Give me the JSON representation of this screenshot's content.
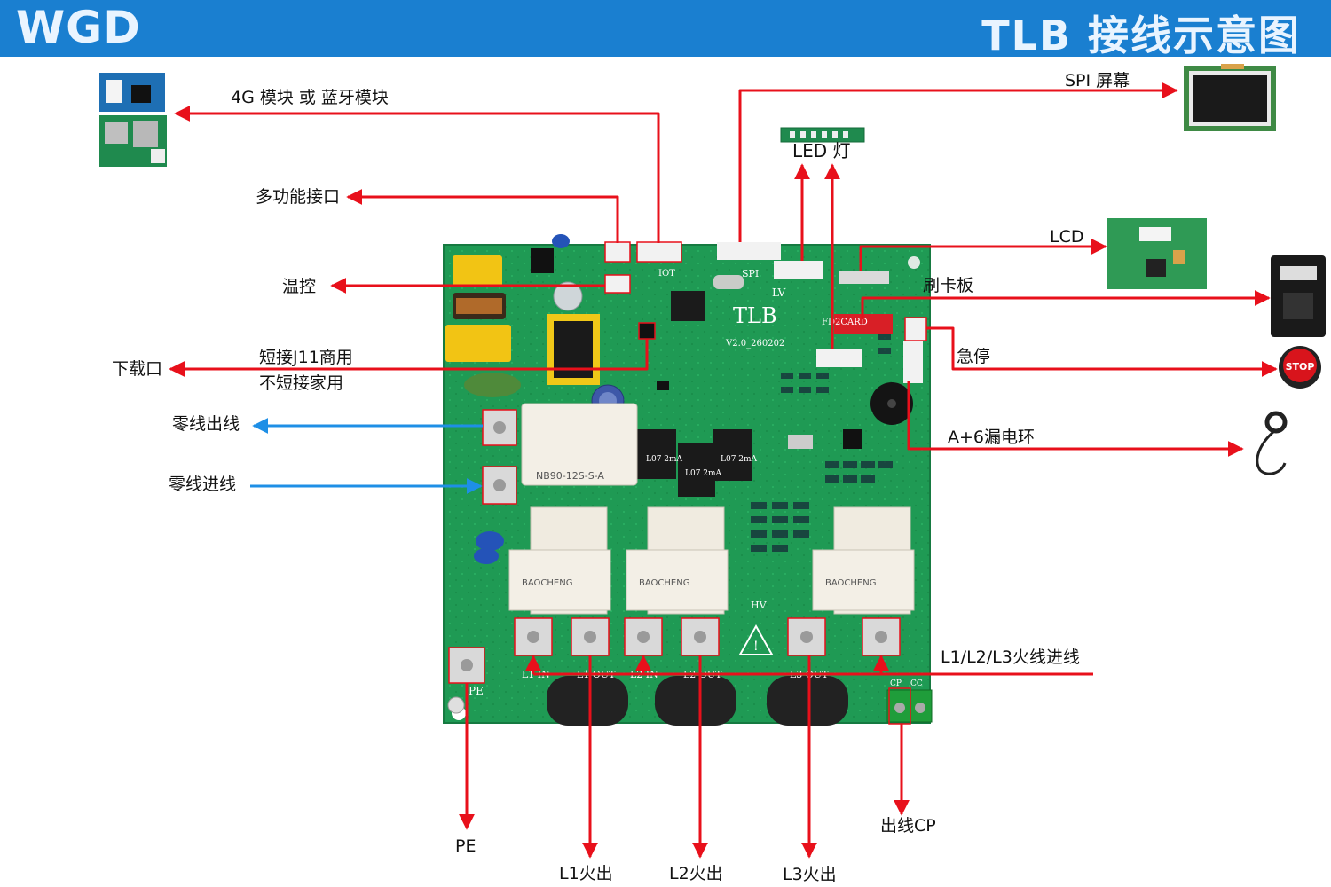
{
  "header": {
    "brand": "WGD",
    "title": "TLB 接线示意图"
  },
  "board": {
    "silk_name": "TLB",
    "silk_version": "V2.0_260202",
    "silk_hv": "HV",
    "silk_lv": "LV",
    "silk_spi": "SPI",
    "silk_iot": "IOT",
    "silk_card": "FD2CARD",
    "silk_pe": "PE",
    "silk_l1in": "L1 IN",
    "silk_l1out": "L1 OUT",
    "silk_l2in": "L2 IN",
    "silk_l2out": "L2 OUT",
    "silk_l3out": "L3 OUT",
    "silk_cp": "CP",
    "silk_cc": "CC",
    "relay_text": "NB90-12S-S-A",
    "relay_brand": "BAOCHENG",
    "small_relay_text": "L07 2mA"
  },
  "labels": {
    "module_4g_bt": "4G 模块 或 蓝牙模块",
    "multi_port": "多功能接口",
    "temp_control": "温控",
    "download_port": "下载口",
    "short_j11": "短接J11商用",
    "no_short_j11": "不短接家用",
    "neutral_out": "零线出线",
    "neutral_in": "零线进线",
    "spi_screen": "SPI 屏幕",
    "led_light": "LED 灯",
    "lcd": "LCD",
    "card_board": "刷卡板",
    "emergency_stop": "急停",
    "leakage_ring": "A+6漏电环",
    "live_in": "L1/L2/L3火线进线",
    "pe": "PE",
    "l1_out": "L1火出",
    "l2_out": "L2火出",
    "l3_out": "L3火出",
    "cp_out": "出线CP",
    "stop_button_text": "STOP"
  },
  "colors": {
    "header_bg": "#1a7fd0",
    "arrow_red": "#e8101b",
    "arrow_blue": "#1e8fe6",
    "pcb_green": "#1f9a54",
    "relay_white": "#f3efe6"
  }
}
